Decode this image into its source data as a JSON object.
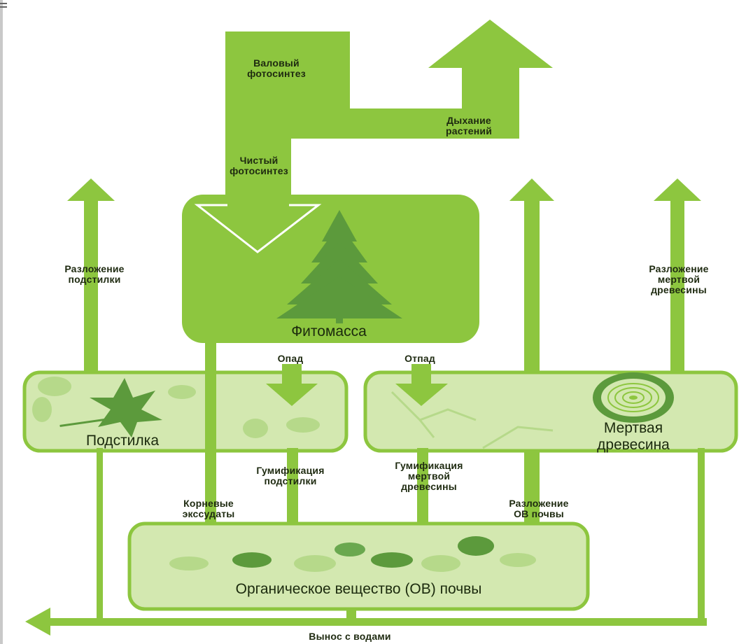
{
  "diagram": {
    "labels": {
      "gross_photosynthesis": "Валовый\nфотосинтез",
      "plant_respiration": "Дыхание\nрастений",
      "net_photosynthesis": "Чистый\nфотосинтез",
      "litter_decomposition": "Разложение\nподстилки",
      "deadwood_decomposition": "Разложение\nмертвой\nдревесины",
      "litterfall": "Опад",
      "deadfall": "Отпад",
      "litter_humification": "Гумификация\nподстилки",
      "deadwood_humification": "Гумификация\nмертвой\nдревесины",
      "root_exudates": "Корневые\nэкссудаты",
      "soil_om_decomposition": "Разложение\nОВ почвы",
      "water_removal": "Вынос с водами"
    },
    "boxes": {
      "phytomass": "Фитомасса",
      "litter": "Подстилка",
      "dead_wood": "Мертвая\nдревесина",
      "soil_om": "Органическое вещество (ОВ) почвы"
    },
    "colors": {
      "arrow": "#8dc63f",
      "box_dark": "#8dc63f",
      "box_light": "#d3e8b0",
      "box_border": "#8dc63f",
      "tree": "#5c9a3c",
      "foliage": "#6aa84f"
    }
  }
}
